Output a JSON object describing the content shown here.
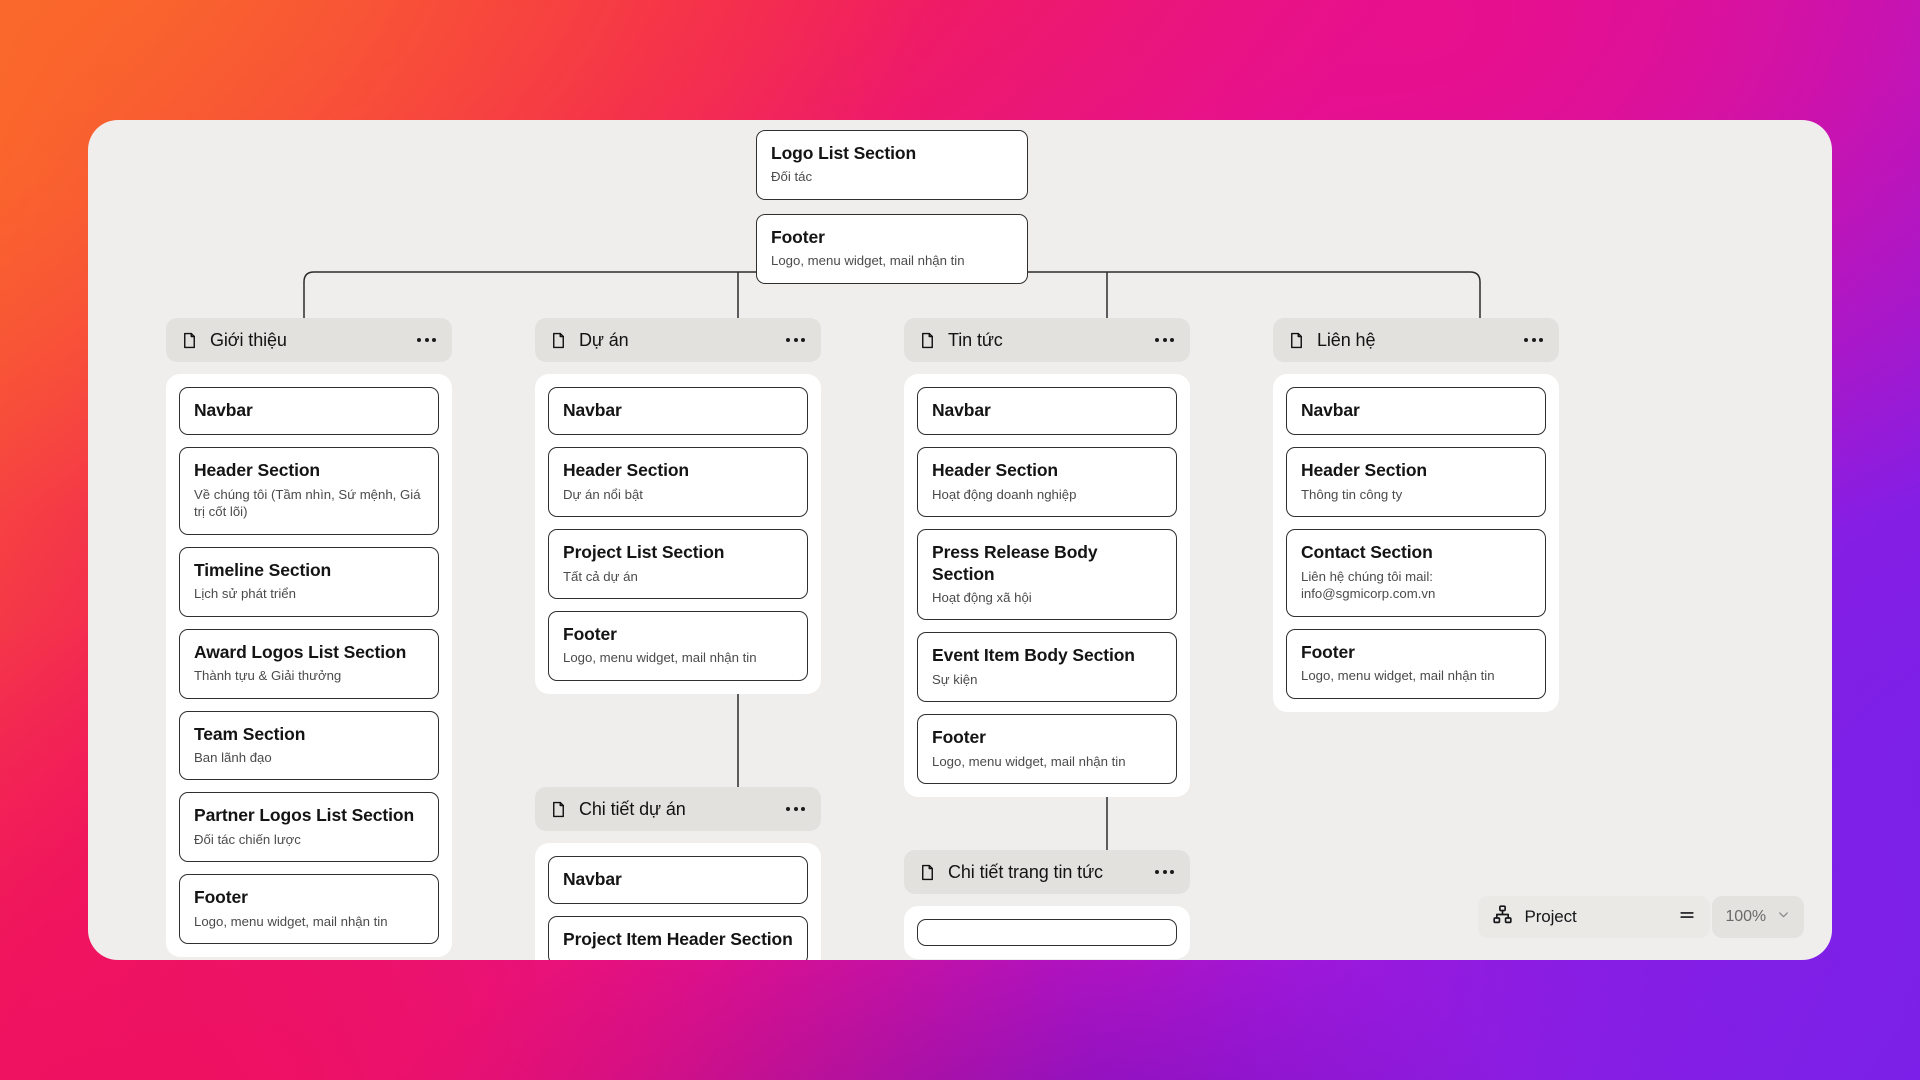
{
  "app": {
    "canvas_bg": "#EFEEEC",
    "card_border": "#2F2F2F",
    "group_header_bg": "#E2E1DD"
  },
  "root": {
    "nodes": [
      {
        "title": "Logo List Section",
        "sub": "Đối tác"
      },
      {
        "title": "Footer",
        "sub": "Logo, menu widget, mail nhận tin"
      }
    ]
  },
  "columns": [
    {
      "icon": "page-icon",
      "title": "Giới thiệu",
      "menu": "more-options-icon",
      "cards": [
        {
          "title": "Navbar",
          "sub": ""
        },
        {
          "title": "Header Section",
          "sub": "Về chúng tôi (Tầm nhìn, Sứ mệnh, Giá trị cốt lõi)"
        },
        {
          "title": "Timeline Section",
          "sub": "Lịch sử phát triển"
        },
        {
          "title": "Award Logos List Section",
          "sub": "Thành tựu & Giải thưởng"
        },
        {
          "title": "Team Section",
          "sub": "Ban lãnh đạo"
        },
        {
          "title": "Partner Logos List Section",
          "sub": "Đối tác chiến lược"
        },
        {
          "title": "Footer",
          "sub": "Logo, menu widget, mail nhận tin"
        }
      ]
    },
    {
      "icon": "page-icon",
      "title": "Dự án",
      "menu": "more-options-icon",
      "cards": [
        {
          "title": "Navbar",
          "sub": ""
        },
        {
          "title": "Header Section",
          "sub": "Dự án nổi bật"
        },
        {
          "title": "Project List Section",
          "sub": "Tất cả dự án"
        },
        {
          "title": "Footer",
          "sub": "Logo, menu widget, mail nhận tin"
        }
      ],
      "child": {
        "icon": "page-icon",
        "title": "Chi tiết dự án",
        "menu": "more-options-icon",
        "cards": [
          {
            "title": "Navbar",
            "sub": ""
          },
          {
            "title": "Project Item Header Section",
            "sub": ""
          }
        ]
      }
    },
    {
      "icon": "page-icon",
      "title": "Tin tức",
      "menu": "more-options-icon",
      "cards": [
        {
          "title": "Navbar",
          "sub": ""
        },
        {
          "title": "Header Section",
          "sub": "Hoạt động doanh nghiệp"
        },
        {
          "title": "Press Release Body Section",
          "sub": "Hoạt động xã hội"
        },
        {
          "title": "Event Item Body Section",
          "sub": "Sự kiện"
        },
        {
          "title": "Footer",
          "sub": "Logo, menu widget, mail nhận tin"
        }
      ],
      "child": {
        "icon": "page-icon",
        "title": "Chi tiết trang tin tức",
        "menu": "more-options-icon",
        "cards": [
          {
            "title": "",
            "sub": ""
          }
        ]
      }
    },
    {
      "icon": "page-icon",
      "title": "Liên hệ",
      "menu": "more-options-icon",
      "cards": [
        {
          "title": "Navbar",
          "sub": ""
        },
        {
          "title": "Header Section",
          "sub": "Thông tin công ty"
        },
        {
          "title": "Contact Section",
          "sub": "Liên hệ chúng tôi\nmail: info@sgmicorp.com.vn"
        },
        {
          "title": "Footer",
          "sub": "Logo, menu widget, mail nhận tin"
        }
      ]
    }
  ],
  "toolbar": {
    "project_icon": "sitemap-icon",
    "project_label": "Project",
    "list_icon": "equals-icon",
    "zoom_label": "100%",
    "zoom_chevron": "chevron-down-icon"
  }
}
